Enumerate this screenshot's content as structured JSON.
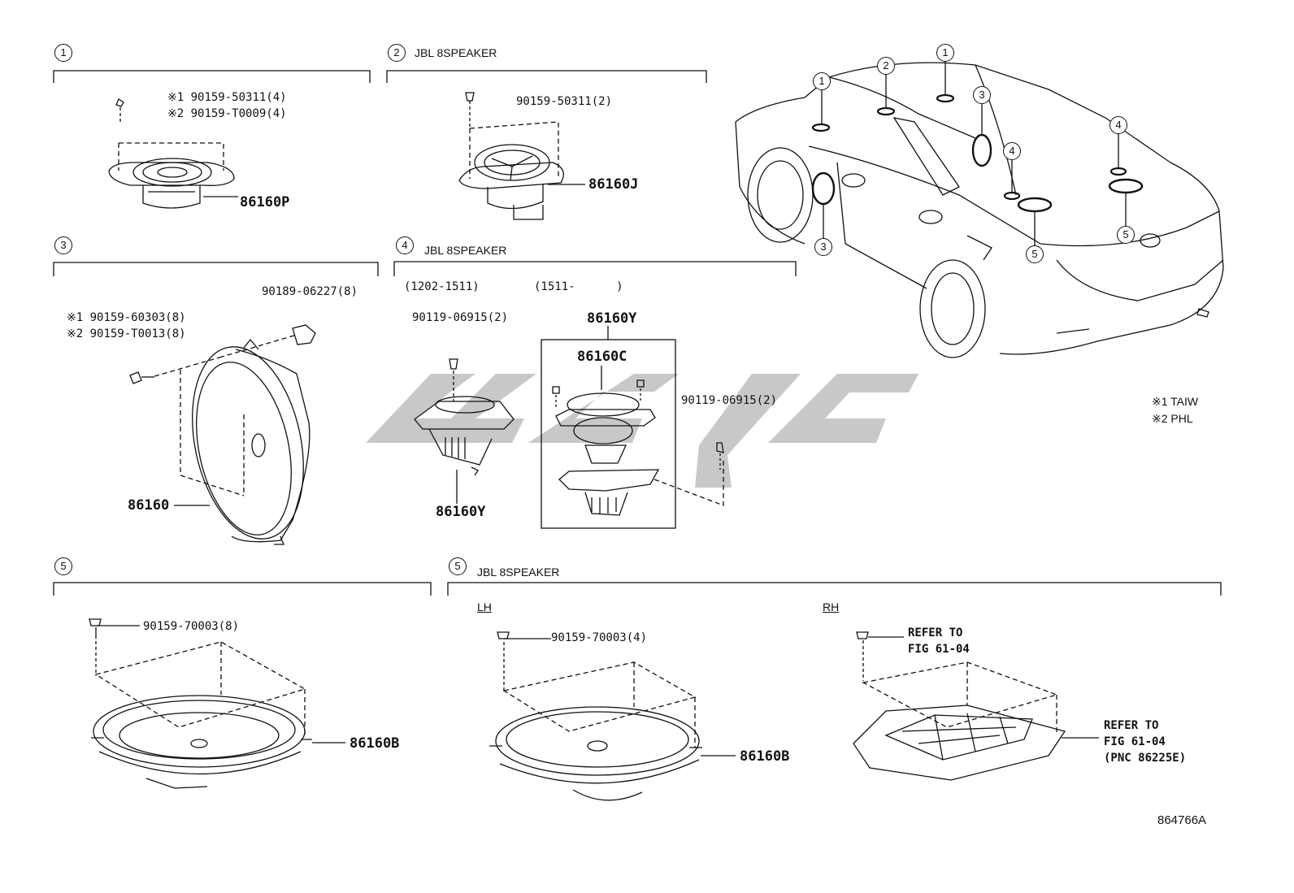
{
  "sections": [
    {
      "num": "1",
      "title": "",
      "screws": [
        "※1 90159-50311(4)",
        "※2 90159-T0009(4)"
      ],
      "part": "86160P"
    },
    {
      "num": "2",
      "title": "JBL 8SPEAKER",
      "screws": [
        "90159-50311(2)"
      ],
      "part": "86160J"
    },
    {
      "num": "3",
      "title": "",
      "screws": [
        "90189-06227(8)",
        "※1 90159-60303(8)",
        "※2 90159-T0013(8)"
      ],
      "part": "86160"
    },
    {
      "num": "4",
      "title": "JBL 8SPEAKER",
      "date_a": "(1202-1511)",
      "date_b": "(1511-      )",
      "screws": [
        "90119-06915(2)",
        "90119-06915(2)"
      ],
      "part_a": "86160Y",
      "part_b_box": "86160Y",
      "part_b_inner": "86160C"
    },
    {
      "num": "5",
      "title": "",
      "screws": [
        "90159-70003(8)"
      ],
      "part": "86160B"
    },
    {
      "num": "5",
      "title": "JBL 8SPEAKER",
      "lh_label": "LH",
      "rh_label": "RH",
      "screws": [
        "90159-70003(4)"
      ],
      "part": "86160B",
      "refer_screw": [
        "REFER TO",
        "FIG 61-04"
      ],
      "refer_bracket": [
        "REFER TO",
        "FIG 61-04",
        "(PNC 86225E)"
      ]
    }
  ],
  "car_callouts": [
    "1",
    "2",
    "1",
    "3",
    "4",
    "4",
    "3",
    "5",
    "5"
  ],
  "notes": [
    "※1 TAIW",
    "※2 PHL"
  ],
  "figure_id": "864766A",
  "watermark_color": "#c8c8c8"
}
